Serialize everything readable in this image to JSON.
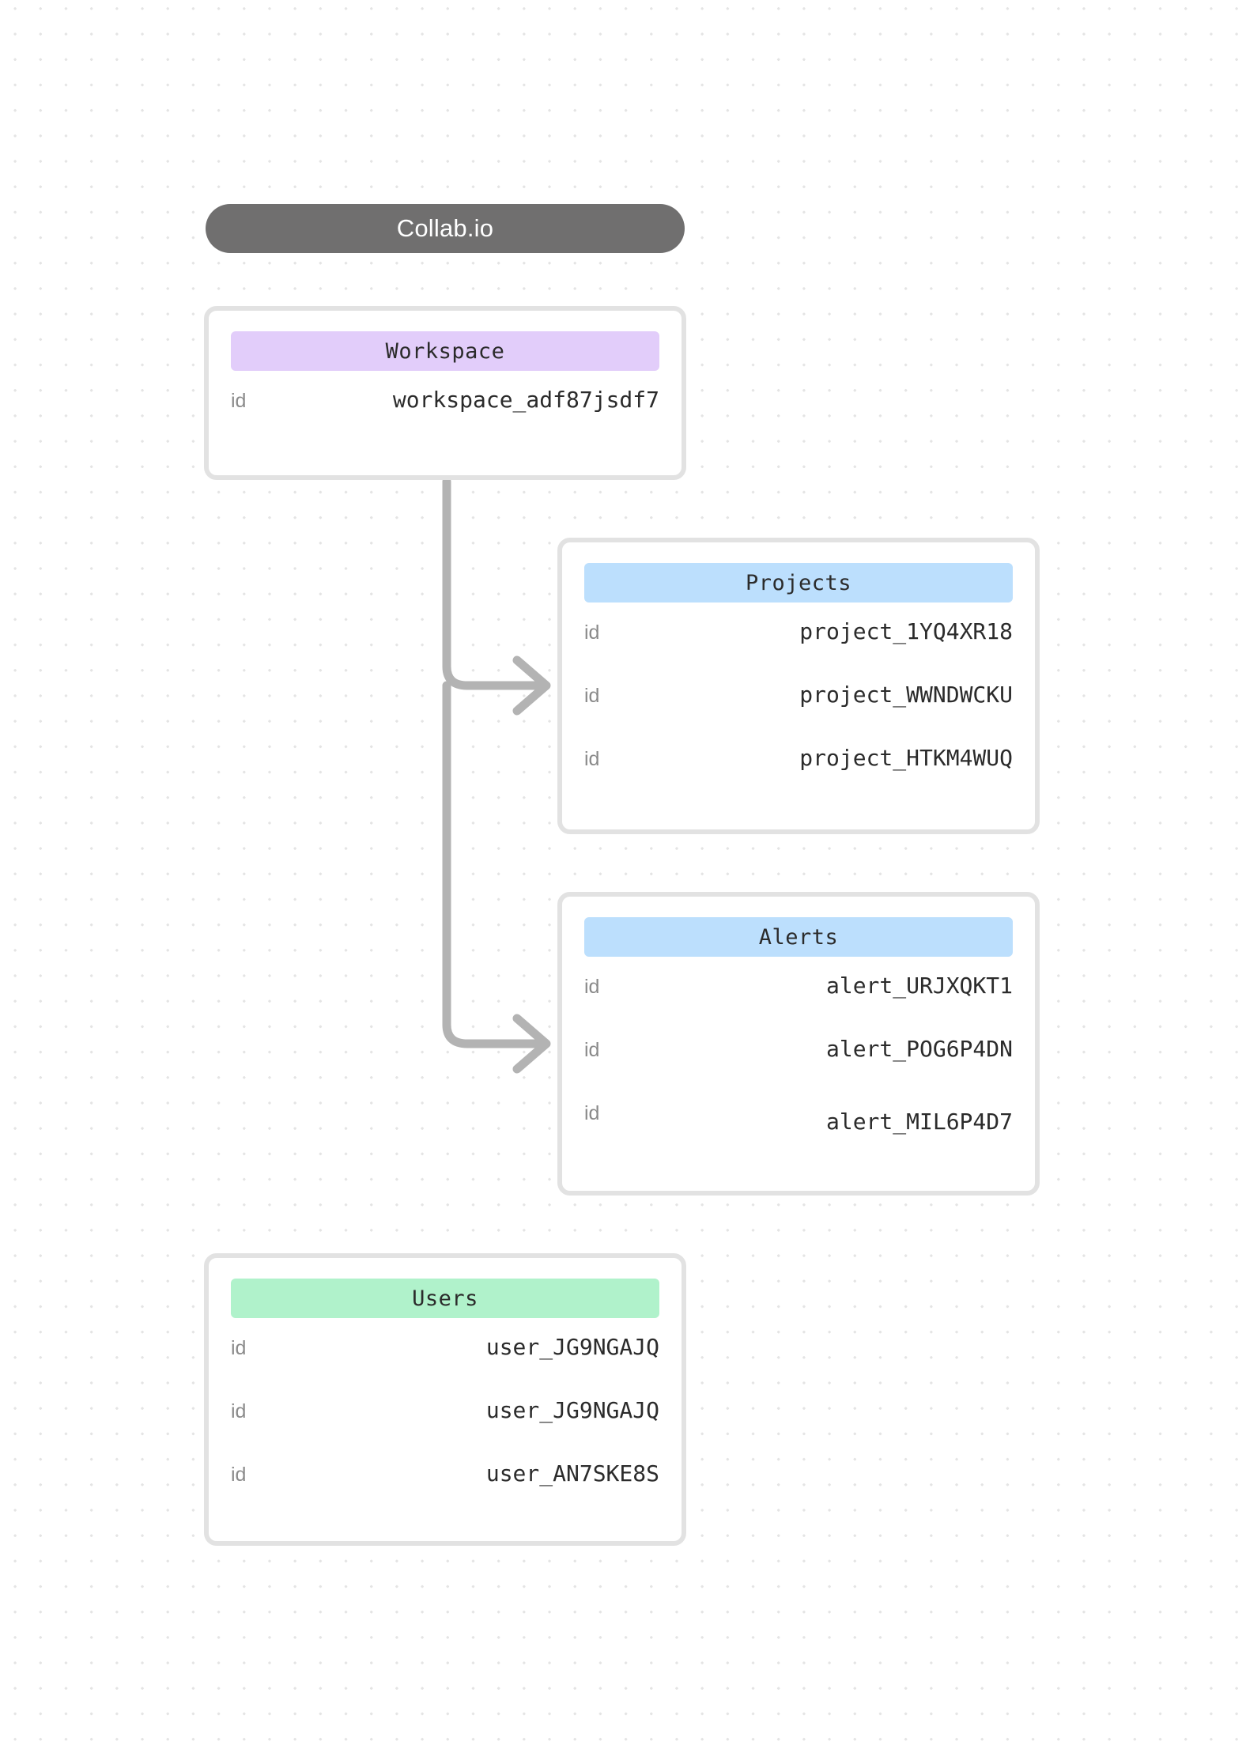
{
  "header": {
    "title": "Collab.io"
  },
  "colors": {
    "header_pill": "#706f6f",
    "card_border": "#e2e2e2",
    "badge_purple": "#e2cdfa",
    "badge_blue": "#bcdffd",
    "badge_green": "#b0f2cb",
    "connector": "#b3b3b3",
    "grid_dot": "#e4e4e4",
    "label_text": "#8a8a8a",
    "value_text": "#2b2b2b"
  },
  "cards": [
    {
      "id": "workspace",
      "title": "Workspace",
      "badge_color": "#e2cdfa",
      "rows": [
        {
          "key": "id",
          "value": "workspace_adf87jsdf7"
        }
      ]
    },
    {
      "id": "projects",
      "title": "Projects",
      "badge_color": "#bcdffd",
      "rows": [
        {
          "key": "id",
          "value": "project_1YQ4XR18"
        },
        {
          "key": "id",
          "value": "project_WWNDWCKU"
        },
        {
          "key": "id",
          "value": "project_HTKM4WUQ"
        }
      ]
    },
    {
      "id": "alerts",
      "title": "Alerts",
      "badge_color": "#bcdffd",
      "rows": [
        {
          "key": "id",
          "value": "alert_URJXQKT1"
        },
        {
          "key": "id",
          "value": "alert_POG6P4DN"
        },
        {
          "key": "id",
          "value": "alert_MIL6P4D7"
        }
      ]
    },
    {
      "id": "users",
      "title": "Users",
      "badge_color": "#b0f2cb",
      "rows": [
        {
          "key": "id",
          "value": "user_JG9NGAJQ"
        },
        {
          "key": "id",
          "value": "user_JG9NGAJQ"
        },
        {
          "key": "id",
          "value": "user_AN7SKE8S"
        }
      ]
    }
  ],
  "connectors": [
    {
      "from": "workspace",
      "to": "projects"
    },
    {
      "from": "workspace",
      "to": "alerts"
    }
  ]
}
